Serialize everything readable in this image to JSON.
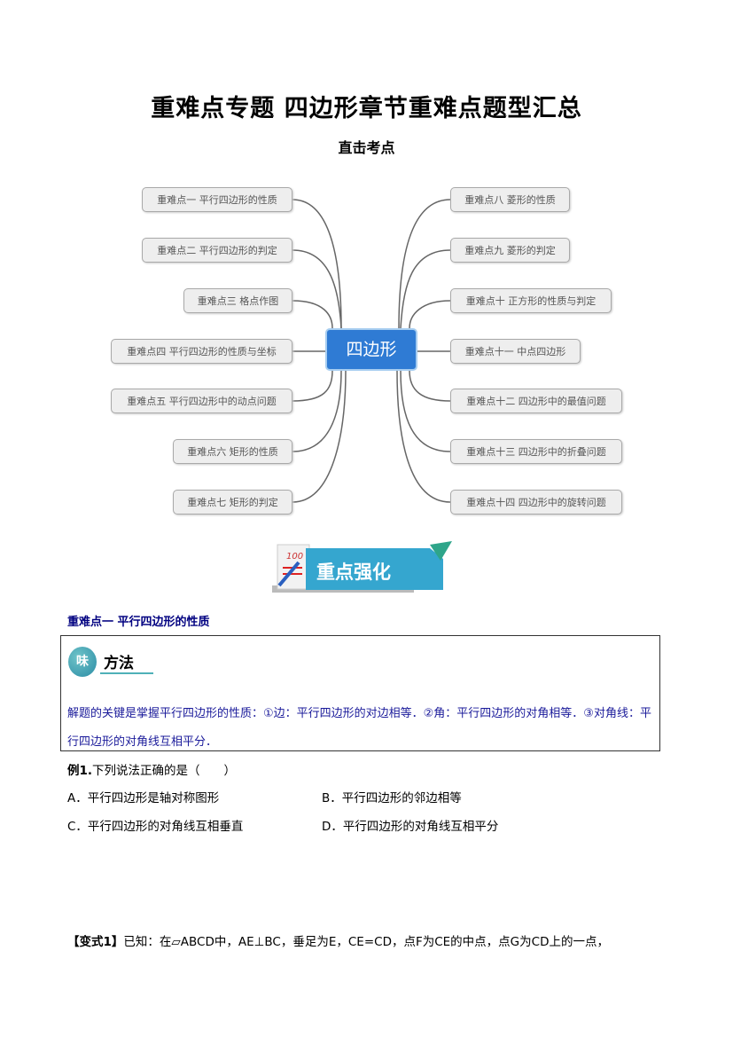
{
  "title": "重难点专题 四边形章节重难点题型汇总",
  "subtitle": "直击考点",
  "mindmap": {
    "center": "四边形",
    "left": [
      "重难点一 平行四边形的性质",
      "重难点二 平行四边形的判定",
      "重难点三 格点作图",
      "重难点四 平行四边形的性质与坐标",
      "重难点五 平行四边形中的动点问题",
      "重难点六 矩形的性质",
      "重难点七 矩形的判定"
    ],
    "right": [
      "重难点八 菱形的性质",
      "重难点九 菱形的判定",
      "重难点十 正方形的性质与判定",
      "重难点十一 中点四边形",
      "重难点十二 四边形中的最值问题",
      "重难点十三 四边形中的折叠问题",
      "重难点十四 四边形中的旋转问题"
    ]
  },
  "banner": {
    "text": "重点强化",
    "score": "100"
  },
  "section": {
    "heading": "重难点一  平行四边形的性质"
  },
  "method": {
    "icon_text": "味",
    "label": "方法",
    "text": "解题的关键是掌握平行四边形的性质：①边：平行四边形的对边相等．②角：平行四边形的对角相等．③对角线：平行四边形的对角线互相平分．"
  },
  "example1": {
    "label": "例1.",
    "stem": "下列说法正确的是（　　）",
    "options": [
      "A．平行四边形是轴对称图形",
      "B．平行四边形的邻边相等",
      "C．平行四边形的对角线互相垂直",
      "D．平行四边形的对角线互相平分"
    ]
  },
  "variant1": {
    "label": "【变式1】",
    "text": "已知：在▱ABCD中，AE⊥BC，垂足为E，CE=CD，点F为CE的中点，点G为CD上的一点，"
  },
  "colors": {
    "center": "#2f7bd4",
    "section": "#000080",
    "method_text": "#1a1a9a"
  }
}
